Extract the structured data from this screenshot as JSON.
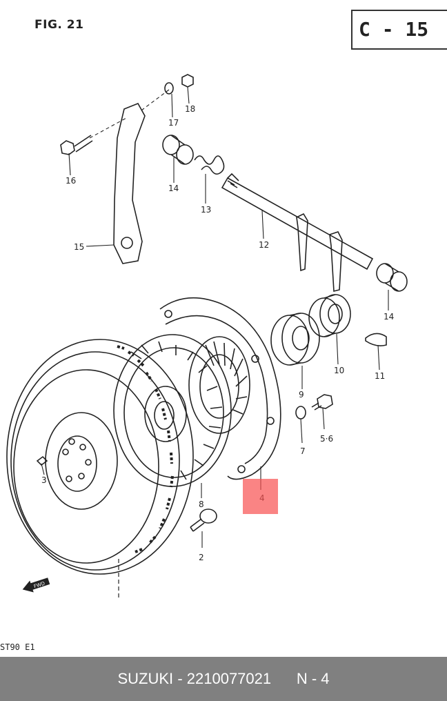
{
  "figure": {
    "title": "FIG. 21",
    "ref": "C - 15",
    "code": "ST90 E1"
  },
  "callouts": [
    {
      "id": "2",
      "text": "2"
    },
    {
      "id": "3",
      "text": "3"
    },
    {
      "id": "4",
      "text": "4"
    },
    {
      "id": "5-6",
      "text": "5·6"
    },
    {
      "id": "7",
      "text": "7"
    },
    {
      "id": "8",
      "text": "8"
    },
    {
      "id": "9",
      "text": "9"
    },
    {
      "id": "10",
      "text": "10"
    },
    {
      "id": "11",
      "text": "11"
    },
    {
      "id": "12",
      "text": "12"
    },
    {
      "id": "13",
      "text": "13"
    },
    {
      "id": "14a",
      "text": "14"
    },
    {
      "id": "14b",
      "text": "14"
    },
    {
      "id": "15",
      "text": "15"
    },
    {
      "id": "16",
      "text": "16"
    },
    {
      "id": "17",
      "text": "17"
    },
    {
      "id": "18",
      "text": "18"
    }
  ],
  "fwd_label": "FWD",
  "highlighted_part": "4",
  "footer": {
    "brand": "SUZUKI",
    "part_number": "2210077021",
    "position": "N - 4",
    "separator": "-"
  },
  "colors": {
    "highlight": "#f85050",
    "footer_bg": "#808080",
    "footer_text": "#ffffff",
    "line": "#222222"
  }
}
